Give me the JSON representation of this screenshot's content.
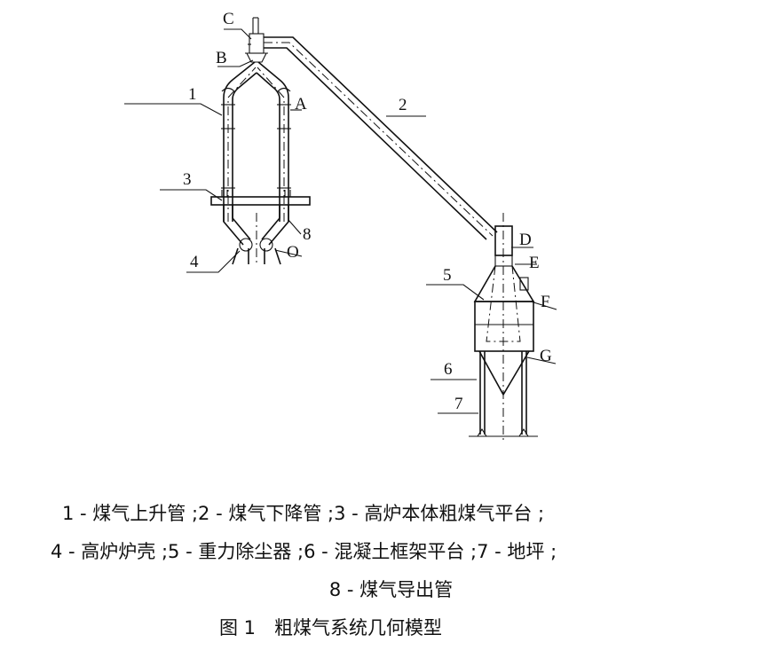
{
  "diagram": {
    "labels": {
      "num_1": "1",
      "num_2": "2",
      "num_3": "3",
      "num_4": "4",
      "num_5": "5",
      "num_6": "6",
      "num_7": "7",
      "num_8": "8",
      "letter_A": "A",
      "letter_B": "B",
      "letter_C": "C",
      "letter_D": "D",
      "letter_E": "E",
      "letter_F": "F",
      "letter_G": "G",
      "letter_O": "O"
    }
  },
  "legend": {
    "line1": "1 - 煤气上升管 ;2 - 煤气下降管 ;3 - 高炉本体粗煤气平台 ;",
    "line2": "4 - 高炉炉壳 ;5 - 重力除尘器 ;6 - 混凝土框架平台 ;7 - 地坪 ;",
    "line3": "8 - 煤气导出管"
  },
  "caption": "图 1　粗煤气系统几何模型"
}
